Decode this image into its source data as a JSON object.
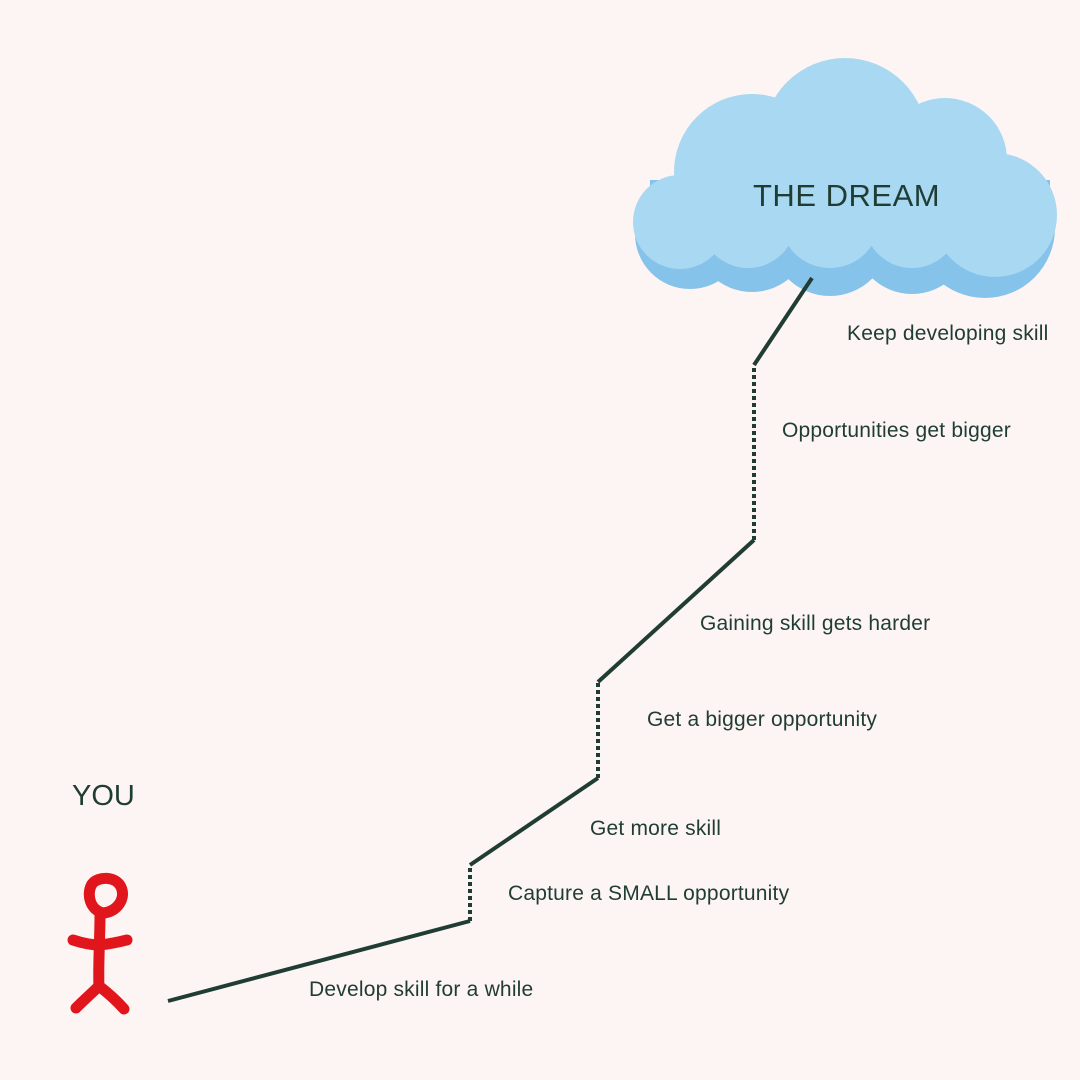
{
  "dream": {
    "title": "THE DREAM"
  },
  "you": {
    "label": "YOU"
  },
  "steps": {
    "develop": "Develop skill for a while",
    "capture_small": "Capture a SMALL opportunity",
    "more_skill": "Get more skill",
    "bigger_opportunity": "Get a bigger opportunity",
    "harder": "Gaining skill gets harder",
    "opportunities_bigger": "Opportunities get bigger",
    "keep_developing": "Keep developing skill"
  },
  "colors": {
    "background": "#fdf4f4",
    "path": "#1f3d33",
    "cloud": "#a9d8f2",
    "cloud_shadow": "#86c3ea",
    "stick_figure": "#e0161c"
  }
}
